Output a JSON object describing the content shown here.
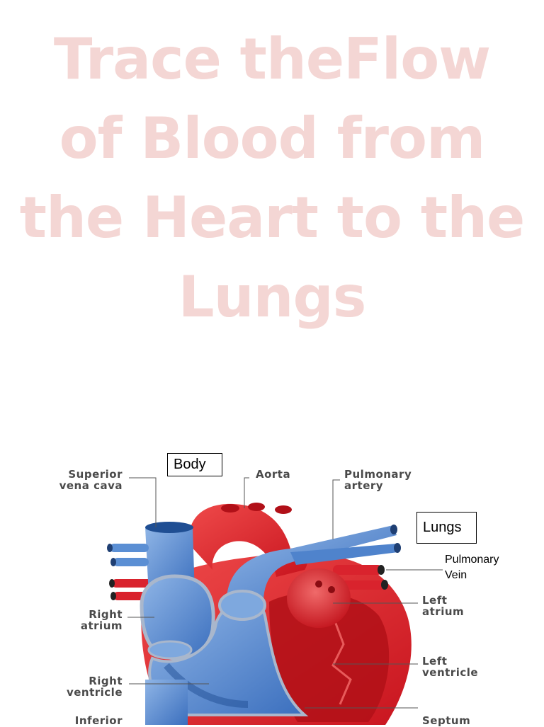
{
  "title": {
    "lines": [
      "Trace theFlow",
      "of Blood from",
      "the Heart to the",
      "Lungs"
    ]
  },
  "diagram": {
    "labels": {
      "superior_vena_cava": [
        "Superior",
        "vena cava"
      ],
      "aorta": "Aorta",
      "pulmonary_artery": [
        "Pulmonary",
        "artery"
      ],
      "right_atrium": [
        "Right",
        "atrium"
      ],
      "left_atrium": [
        "Left",
        "atrium"
      ],
      "right_ventricle": [
        "Right",
        "ventricle"
      ],
      "left_ventricle": [
        "Left",
        "ventricle"
      ],
      "inferior": "Inferior",
      "septum": "Septum"
    },
    "annotations": {
      "body": "Body",
      "lungs": "Lungs",
      "pulmonary_vein": [
        "Pulmonary",
        "Vein"
      ]
    },
    "colors": {
      "blood_blue": "#4f83cc",
      "blood_red": "#d9232d",
      "title_pink": "#f4d6d4"
    }
  }
}
